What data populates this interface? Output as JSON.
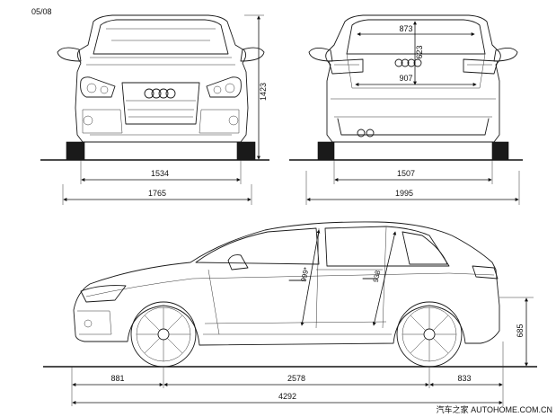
{
  "header": {
    "date": "05/08"
  },
  "views": {
    "front": {
      "height": "1423",
      "track": "1534",
      "width": "1765"
    },
    "rear": {
      "hatch_top": "873",
      "hatch_height": "623",
      "hatch_bottom": "907",
      "track": "1507",
      "width": "1995"
    },
    "side": {
      "roof_front": "999*",
      "roof_rear": "938",
      "height_right": "685",
      "overhang_front": "881",
      "wheelbase": "2578",
      "overhang_rear": "833",
      "length": "4292"
    }
  },
  "watermark": {
    "text": "汽车之家 AUTOHOME.COM.CN"
  }
}
